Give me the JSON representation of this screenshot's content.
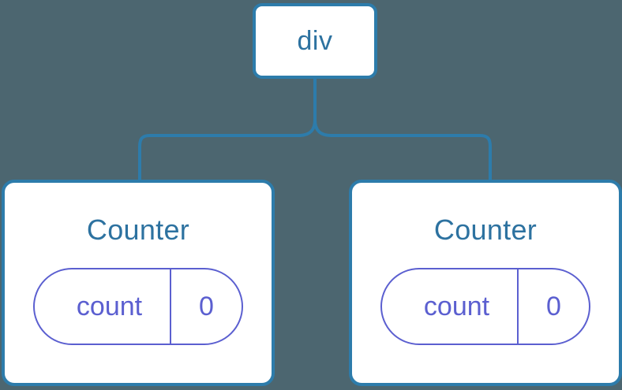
{
  "diagram": {
    "type": "component-tree",
    "background_color": "#4c6670",
    "node_border_color": "#2d7cab",
    "node_text_color": "#2d72a0",
    "state_pill_color": "#5b5fd0",
    "connector_color": "#2d7cab",
    "root": {
      "label": "div"
    },
    "children": [
      {
        "label": "Counter",
        "state": {
          "key": "count",
          "value": "0"
        }
      },
      {
        "label": "Counter",
        "state": {
          "key": "count",
          "value": "0"
        }
      }
    ]
  }
}
